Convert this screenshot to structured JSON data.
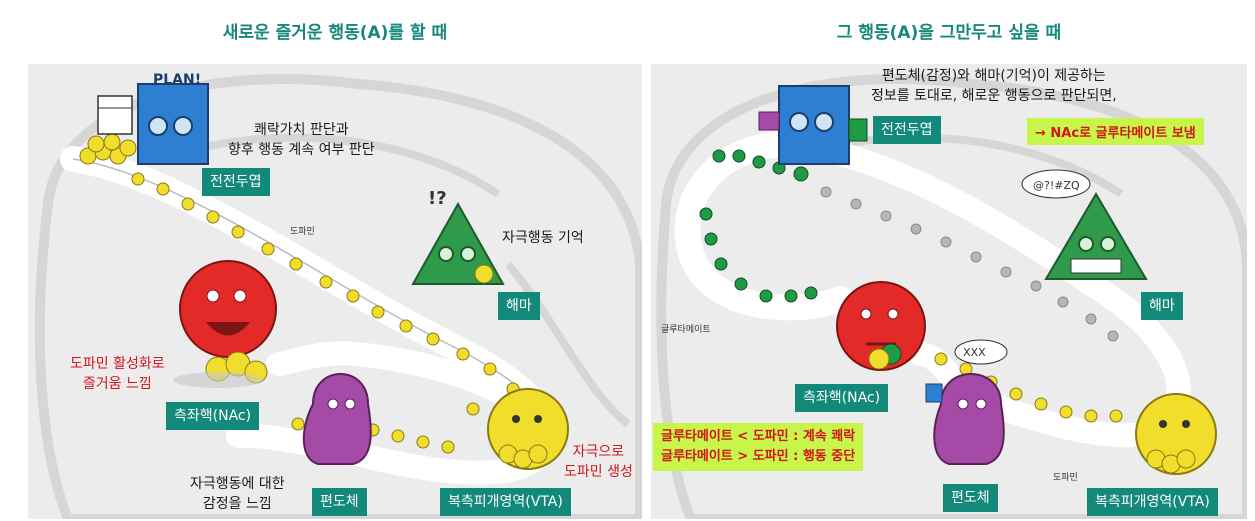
{
  "left": {
    "title": "새로운 즐거운 행동(A)를 할 때",
    "plan_text": "PLAN!",
    "pfc_desc": [
      "쾌락가치 판단과",
      "향후 행동 계속 여부 판단"
    ],
    "pfc_label": "전전두엽",
    "dopamine_tag": "도파민",
    "hippo_desc": "자극행동 기억",
    "hippo_label": "해마",
    "nac_desc": [
      "도파민 활성화로",
      "즐거움 느낌"
    ],
    "nac_label": "측좌핵(NAc)",
    "amy_desc": [
      "자극행동에 대한",
      "감정을 느낌"
    ],
    "amy_label": "편도체",
    "vta_desc": [
      "자극으로",
      "도파민 생성"
    ],
    "vta_label": "복측피개영역(VTA)"
  },
  "right": {
    "title": "그 행동(A)을 그만두고 싶을 때",
    "top_desc": [
      "편도체(감정)와 해마(기억)이 제공하는",
      "정보를 토대로, 해로운 행동으로 판단되면,"
    ],
    "pfc_label": "전전두엽",
    "glutamate_send": "→ NAc로 글루타메이트 보냄",
    "hippo_bubble": "@?!#ZQ",
    "hippo_label": "해마",
    "glutamate_tag": "글루타메이트",
    "amy_bubble": "XXX",
    "nac_label": "측좌핵(NAc)",
    "compare_lines": [
      "글루타메이트 < 도파민 : 계속 쾌락",
      "글루타메이트 > 도파민 : 행동 중단"
    ],
    "amy_label": "편도체",
    "dopamine_tag": "도파민",
    "vta_label": "복측피개영역(VTA)"
  },
  "colors": {
    "accent_teal": "#13897a",
    "title_teal": "#17897c",
    "emphasis_red": "#d3141b",
    "highlight_green": "#c8f54a",
    "dopamine_yellow": "#f1dd2c",
    "glutamate_green": "#1f9a45",
    "pfc_blue": "#2e7fd2",
    "nac_red": "#e32a28",
    "amy_purple": "#a54aa7",
    "hippo_green": "#2f9a4a"
  }
}
